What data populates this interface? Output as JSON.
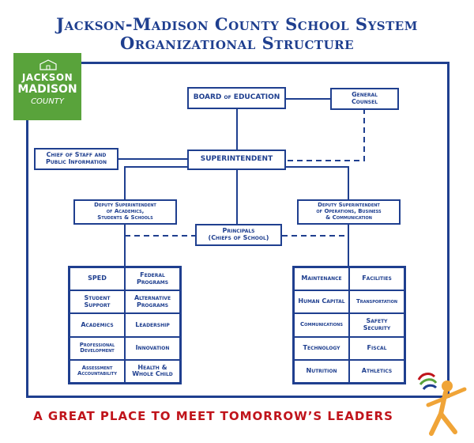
{
  "title_line1": "Jackson-Madison County School System",
  "title_line2": "Organizational Structure",
  "logo": {
    "line1": "JACKSON",
    "line2": "MADISON",
    "line3": "COUNTY"
  },
  "nodes": {
    "board": "BOARD of EDUCATION",
    "counsel_line1": "General",
    "counsel_line2": "Counsel",
    "superintendent": "SUPERINTENDENT",
    "chief_line1": "Chief of Staff and",
    "chief_line2": "Public Information",
    "deputy_academic_line1": "Deputy Superintendent",
    "deputy_academic_line2": "of Academics,",
    "deputy_academic_line3": "Students & Schools",
    "deputy_ops_line1": "Deputy Superintendent",
    "deputy_ops_line2": "of Operations, Business",
    "deputy_ops_line3": "& Communication",
    "principals_line1": "Principals",
    "principals_line2": "(Chiefs of School)"
  },
  "left_grid": [
    [
      "SPED",
      "Federal Programs"
    ],
    [
      "Student Support",
      "Alternative Programs"
    ],
    [
      "Academics",
      "Leadership"
    ],
    [
      "Professional Development",
      "Innovation"
    ],
    [
      "Assessment Accountability",
      "Health & Whole Child"
    ]
  ],
  "right_grid": [
    [
      "Maintenance",
      "Facilities"
    ],
    [
      "Human Capital",
      "Transportation"
    ],
    [
      "Communications",
      "Safety Security"
    ],
    [
      "Technology",
      "Fiscal"
    ],
    [
      "Nutrition",
      "Athletics"
    ]
  ],
  "tagline": "A GREAT PLACE TO MEET TOMORROW’S LEADERS",
  "colors": {
    "primary_blue": "#1f3f8f",
    "logo_green": "#59a33b",
    "tagline_red": "#c0141b",
    "mascot_orange": "#f0a437"
  }
}
